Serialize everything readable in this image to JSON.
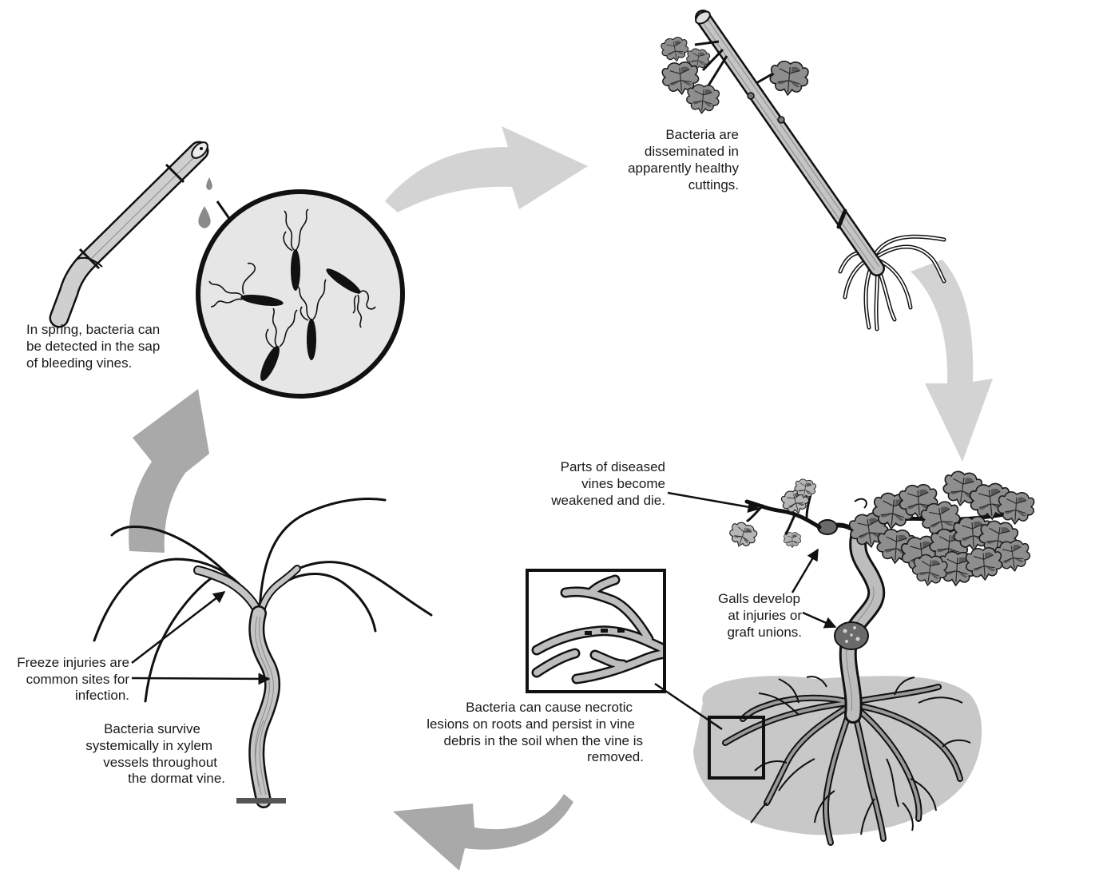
{
  "labels": {
    "spring_sap": [
      "In spring, bacteria can",
      "be detected in the sap",
      "of bleeding vines."
    ],
    "cuttings": [
      "Bacteria are",
      "disseminated in",
      "apparently healthy",
      "cuttings."
    ],
    "weakened": [
      "Parts of diseased",
      "vines become",
      "weakened and die."
    ],
    "galls": [
      "Galls develop",
      "at injuries or",
      "graft unions."
    ],
    "root_lesions": [
      "Bacteria can cause necrotic",
      "lesions on roots and persist in vine",
      "debris in the soil when the vine is",
      "removed."
    ],
    "freeze": [
      "Freeze injuries are",
      "common sites for",
      "infection."
    ],
    "survive": [
      "Bacteria survive",
      "systemically in xylem",
      "vessels throughout",
      "the dormat vine."
    ]
  },
  "colors": {
    "cycle_arrow_light": "#d3d3d3",
    "cycle_arrow_dark": "#a9a9a9",
    "soil": "#c8c8c8",
    "bacteria_circle": "#e6e6e6",
    "leaf": "#8e8e8e",
    "withered_leaf": "#b5b5b5",
    "ink": "#1a1a1a"
  }
}
